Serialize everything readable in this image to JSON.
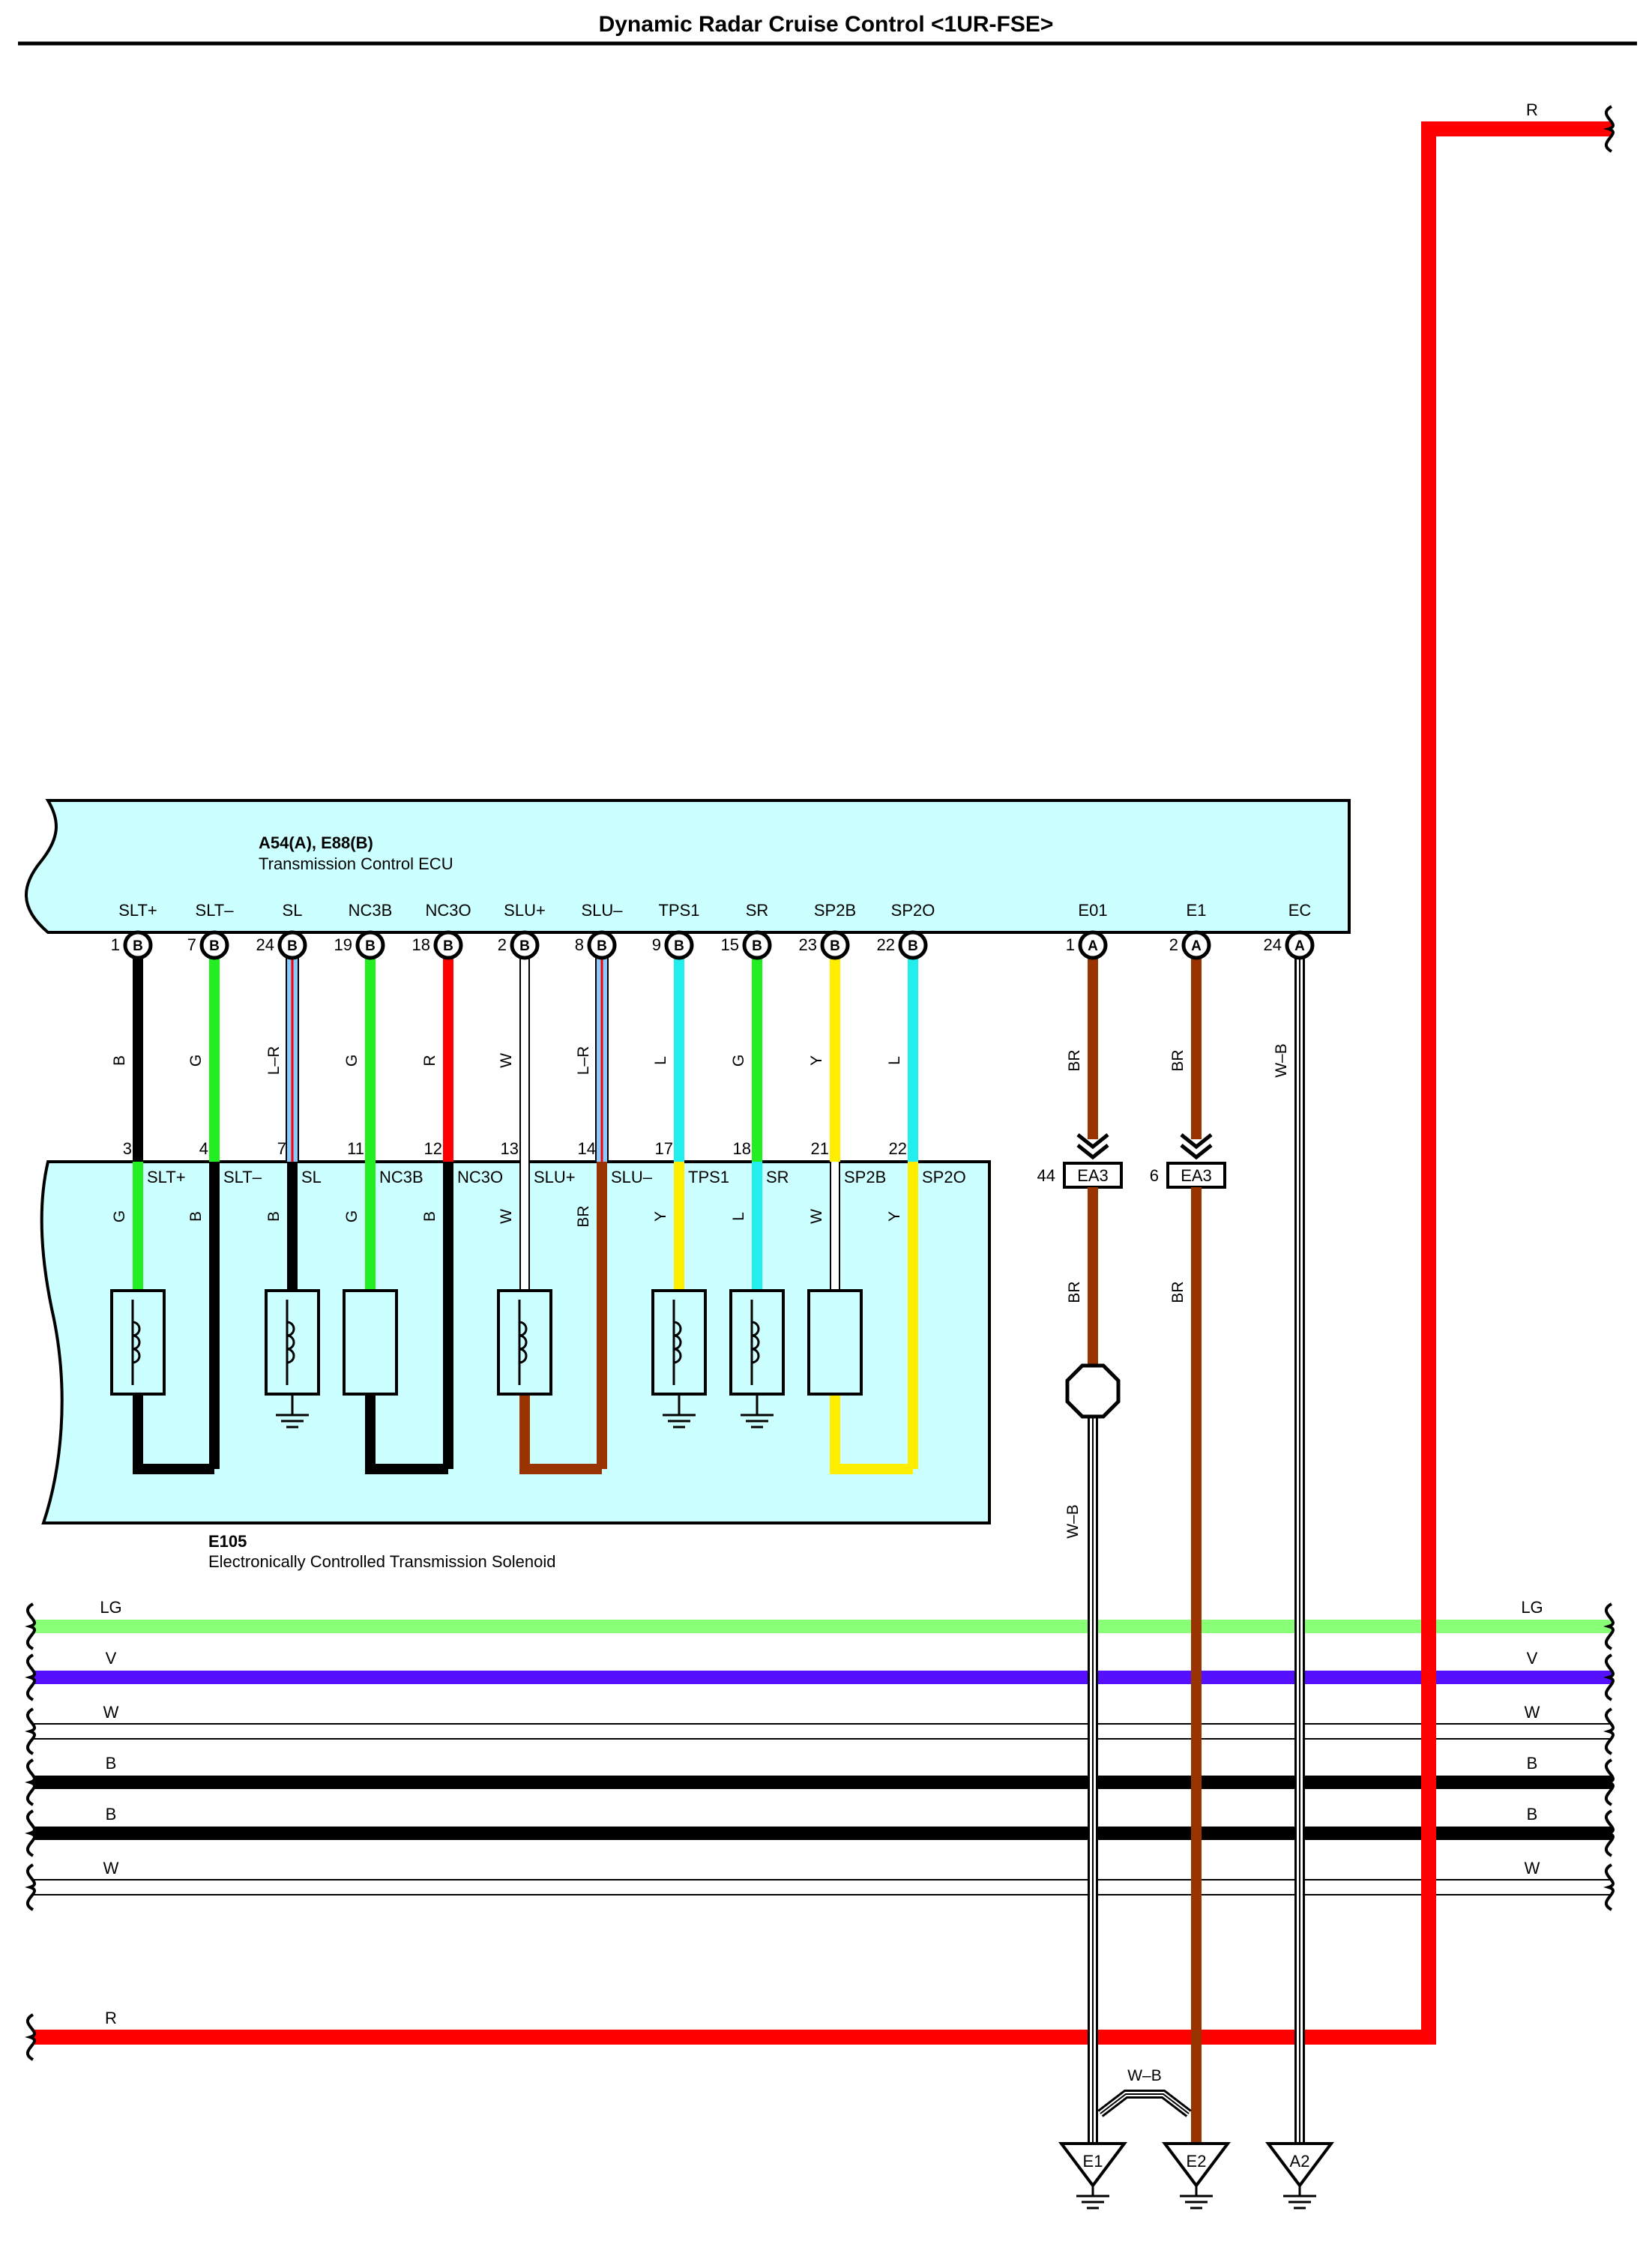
{
  "title": "Dynamic Radar Cruise Control <1UR-FSE>",
  "ecu": {
    "connector": "A54(A), E88(B)",
    "name": "Transmission Control ECU",
    "terminals": [
      {
        "name": "SLT+",
        "pin": "1",
        "conn": "B"
      },
      {
        "name": "SLT–",
        "pin": "7",
        "conn": "B"
      },
      {
        "name": "SL",
        "pin": "24",
        "conn": "B"
      },
      {
        "name": "NC3B",
        "pin": "19",
        "conn": "B"
      },
      {
        "name": "NC3O",
        "pin": "18",
        "conn": "B"
      },
      {
        "name": "SLU+",
        "pin": "2",
        "conn": "B"
      },
      {
        "name": "SLU–",
        "pin": "8",
        "conn": "B"
      },
      {
        "name": "TPS1",
        "pin": "9",
        "conn": "B"
      },
      {
        "name": "SR",
        "pin": "15",
        "conn": "B"
      },
      {
        "name": "SP2B",
        "pin": "23",
        "conn": "B"
      },
      {
        "name": "SP2O",
        "pin": "22",
        "conn": "B"
      },
      {
        "name": "E01",
        "pin": "1",
        "conn": "A"
      },
      {
        "name": "E1",
        "pin": "2",
        "conn": "A"
      },
      {
        "name": "EC",
        "pin": "24",
        "conn": "A"
      }
    ]
  },
  "upper_wires": [
    "B",
    "G",
    "L–R",
    "G",
    "R",
    "W",
    "L–R",
    "L",
    "G",
    "Y",
    "L",
    "BR",
    "BR",
    "W–B"
  ],
  "solenoid": {
    "connector": "E105",
    "name": "Electronically Controlled Transmission Solenoid",
    "terminals": [
      {
        "name": "SLT+",
        "pin": "3",
        "wire": "G"
      },
      {
        "name": "SLT–",
        "pin": "4",
        "wire": "B"
      },
      {
        "name": "SL",
        "pin": "7",
        "wire": "B"
      },
      {
        "name": "NC3B",
        "pin": "11",
        "wire": "G"
      },
      {
        "name": "NC3O",
        "pin": "12",
        "wire": "B"
      },
      {
        "name": "SLU+",
        "pin": "13",
        "wire": "W"
      },
      {
        "name": "SLU–",
        "pin": "14",
        "wire": "BR"
      },
      {
        "name": "TPS1",
        "pin": "17",
        "wire": "Y"
      },
      {
        "name": "SR",
        "pin": "18",
        "wire": "L"
      },
      {
        "name": "SP2B",
        "pin": "21",
        "wire": "W"
      },
      {
        "name": "SP2O",
        "pin": "22",
        "wire": "Y"
      }
    ]
  },
  "junction": {
    "connector": "EA3",
    "pins": [
      "44",
      "6"
    ],
    "lower_wires": [
      "BR",
      "BR"
    ],
    "splice_wire": "W–B"
  },
  "ground_wire": "W–B",
  "grounds": [
    "E1",
    "E2",
    "A2"
  ],
  "bus_left": [
    "LG",
    "V",
    "W",
    "B",
    "B",
    "W",
    "R"
  ],
  "bus_right": [
    "LG",
    "V",
    "W",
    "B",
    "B",
    "W"
  ],
  "right_top_wire": "R",
  "colors": {
    "B": "#000000",
    "G": "#22ee22",
    "L": "#22eeee",
    "R": "#ff0000",
    "W": "#ffffff",
    "Y": "#ffee00",
    "BR": "#993300",
    "LG": "#88ff77",
    "V": "#5511ff",
    "L-R": "#88ccff",
    "ecu_fill": "#ccffff"
  }
}
